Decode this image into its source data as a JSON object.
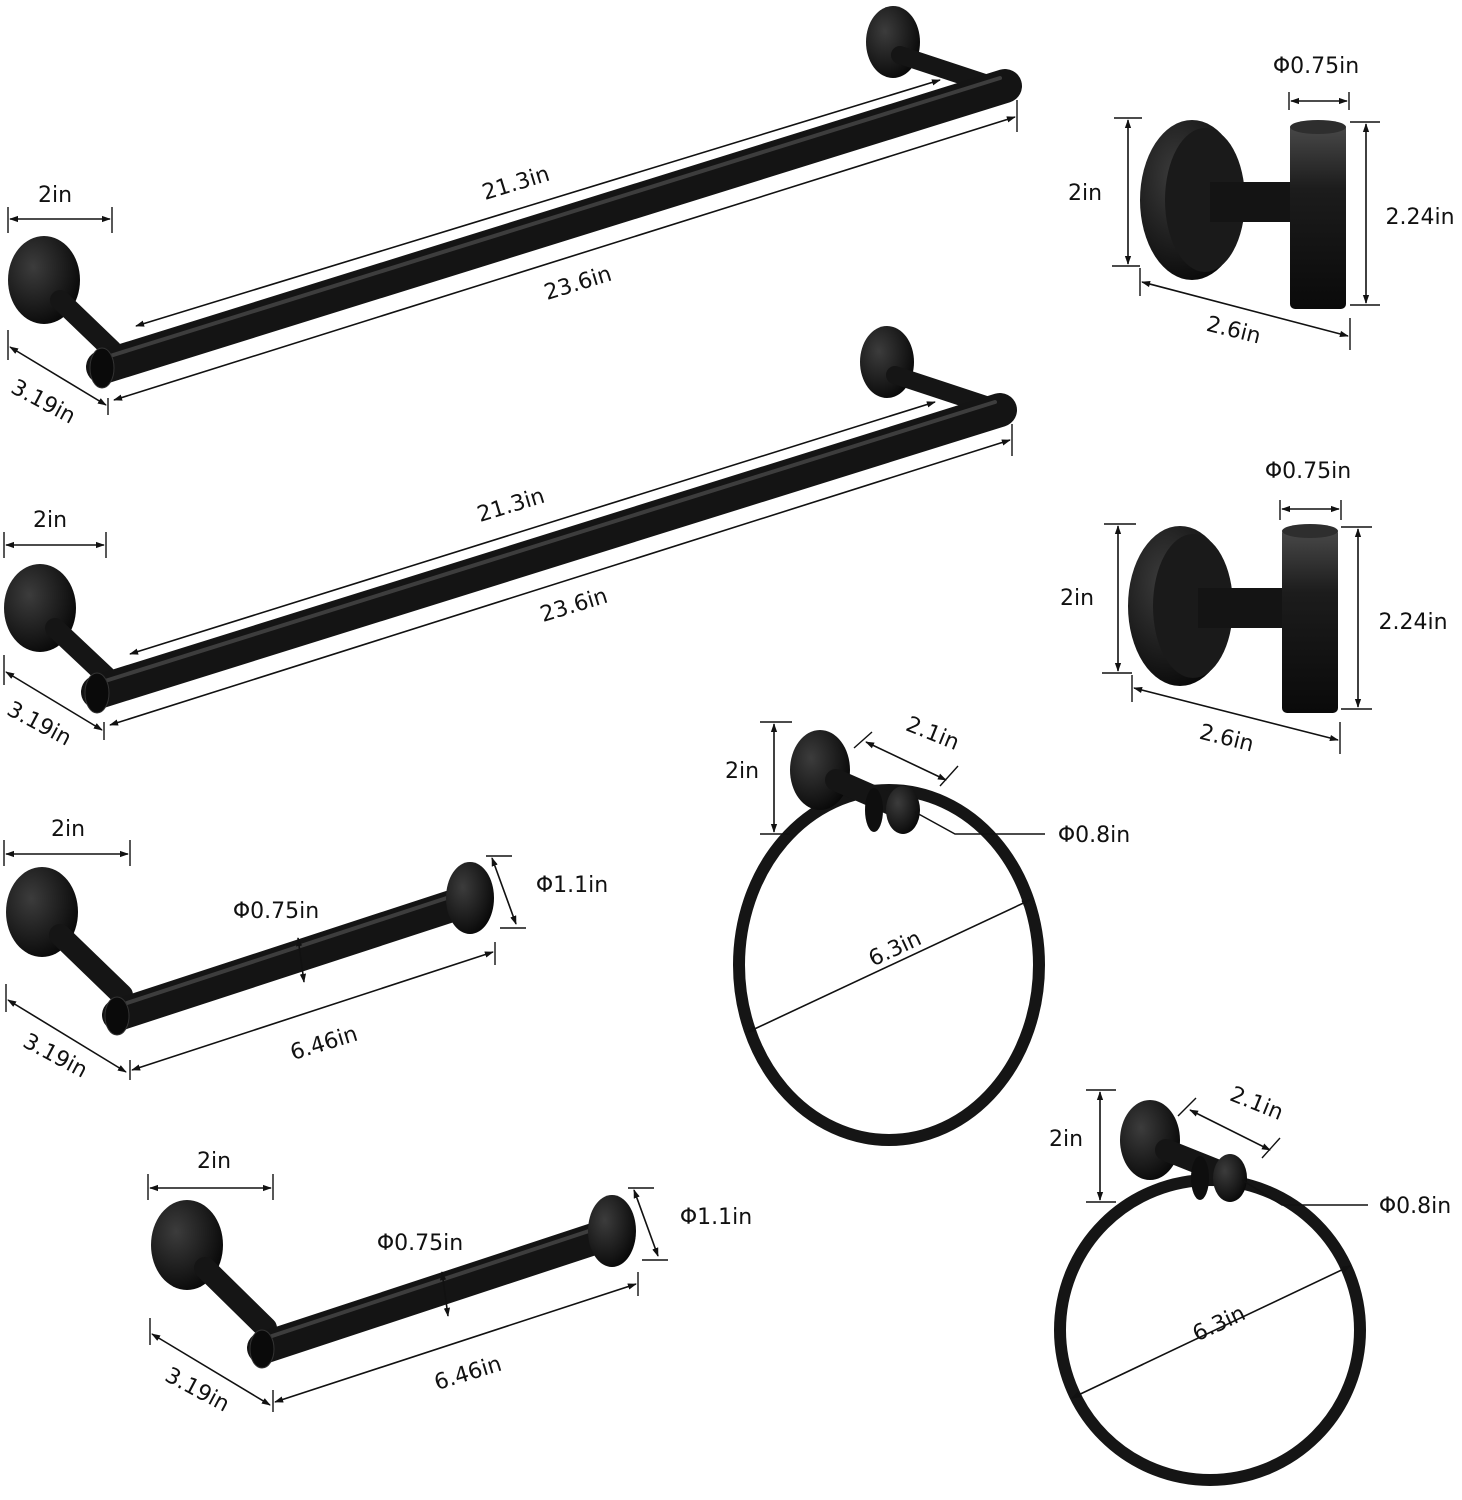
{
  "title": "",
  "colors": {
    "hardware": "#141414",
    "highlight": "#3a3a3a",
    "lines": "#111111",
    "background": "#ffffff"
  },
  "arrow_marker": "arrowhead",
  "items": {
    "towel_bar_1": {
      "inner_length": "21.3in",
      "overall_length": "23.6in",
      "base_diameter": "2in",
      "projection": "3.19in"
    },
    "towel_bar_2": {
      "inner_length": "21.3in",
      "overall_length": "23.6in",
      "base_diameter": "2in",
      "projection": "3.19in"
    },
    "hook_1": {
      "post_diameter": "Φ0.75in",
      "base_diameter": "2in",
      "height": "2.24in",
      "projection": "2.6in"
    },
    "hook_2": {
      "post_diameter": "Φ0.75in",
      "base_diameter": "2in",
      "height": "2.24in",
      "projection": "2.6in"
    },
    "paper_holder_1": {
      "base_diameter": "2in",
      "rod_diameter": "Φ0.75in",
      "cap_diameter": "Φ1.1in",
      "rod_length": "6.46in",
      "projection": "3.19in"
    },
    "paper_holder_2": {
      "base_diameter": "2in",
      "rod_diameter": "Φ0.75in",
      "cap_diameter": "Φ1.1in",
      "rod_length": "6.46in",
      "projection": "3.19in"
    },
    "towel_ring_1": {
      "base_diameter": "2in",
      "arm_length": "2.1in",
      "knuckle_diameter": "Φ0.8in",
      "ring_diameter": "6.3in"
    },
    "towel_ring_2": {
      "base_diameter": "2in",
      "arm_length": "2.1in",
      "knuckle_diameter": "Φ0.8in",
      "ring_diameter": "6.3in"
    }
  }
}
